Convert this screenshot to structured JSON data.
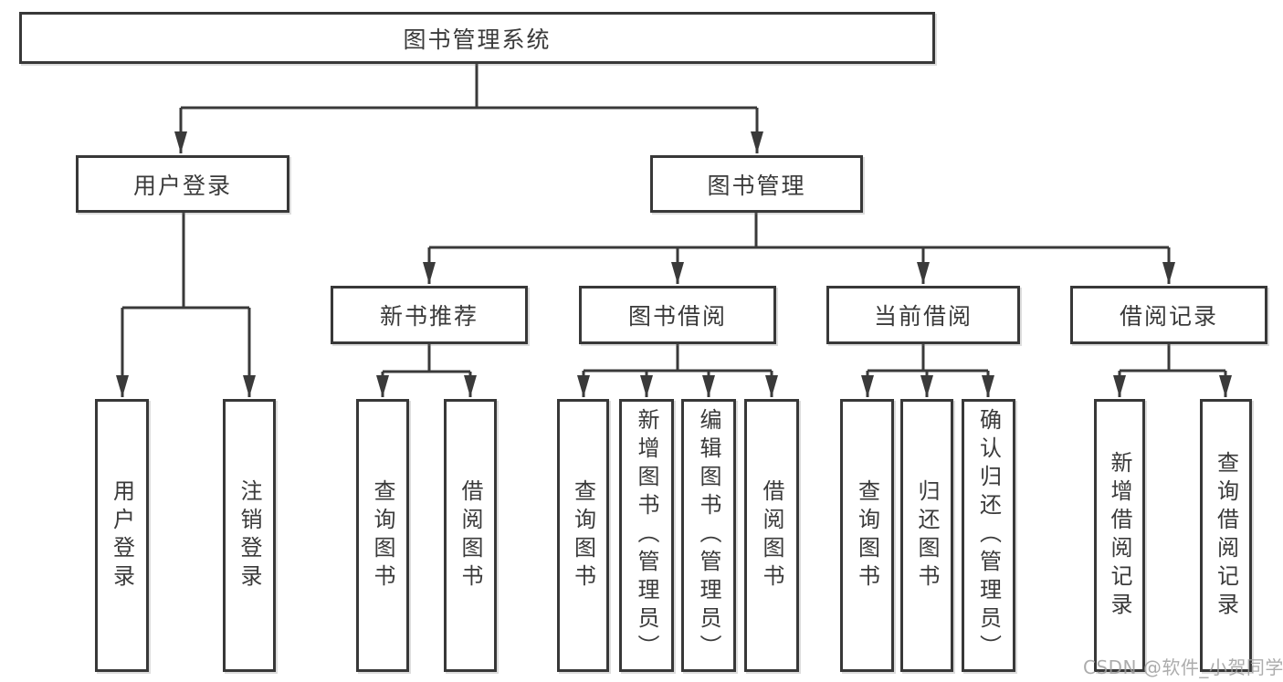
{
  "colors": {
    "background": "#ffffff",
    "line": "#3a3a3a",
    "box_border": "#383838",
    "text": "#3a3a3a",
    "watermark": "#9e9e9e"
  },
  "diagram": {
    "title_node": "图书管理系统",
    "level2": [
      {
        "label": "用户登录"
      },
      {
        "label": "图书管理"
      }
    ],
    "level3": [
      {
        "label": "新书推荐"
      },
      {
        "label": "图书借阅"
      },
      {
        "label": "当前借阅"
      },
      {
        "label": "借阅记录"
      }
    ],
    "leaves": [
      {
        "label": "用户登录",
        "parent": "用户登录"
      },
      {
        "label": "注销登录",
        "parent": "用户登录"
      },
      {
        "label": "查询图书",
        "parent": "新书推荐"
      },
      {
        "label": "借阅图书",
        "parent": "新书推荐"
      },
      {
        "label": "查询图书",
        "parent": "图书借阅"
      },
      {
        "label": "新增图书（管理员）",
        "parent": "图书借阅"
      },
      {
        "label": "编辑图书（管理员）",
        "parent": "图书借阅"
      },
      {
        "label": "借阅图书",
        "parent": "图书借阅"
      },
      {
        "label": "查询图书",
        "parent": "当前借阅"
      },
      {
        "label": "归还图书",
        "parent": "当前借阅"
      },
      {
        "label": "确认归还（管理员）",
        "parent": "当前借阅"
      },
      {
        "label": "新增借阅记录",
        "parent": "借阅记录"
      },
      {
        "label": "查询借阅记录",
        "parent": "借阅记录"
      }
    ]
  },
  "watermark": {
    "text": "CSDN @软件_小贺同学"
  }
}
